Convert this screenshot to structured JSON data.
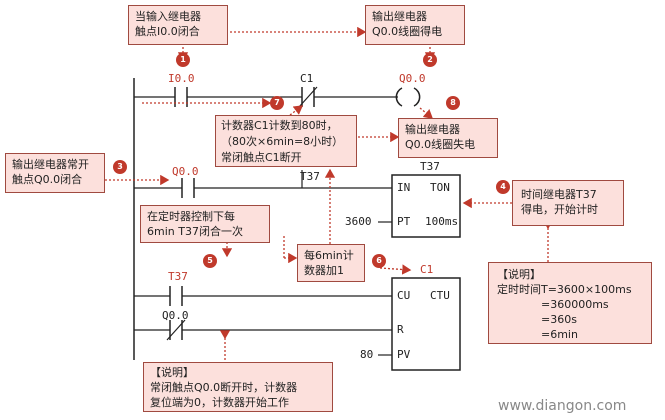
{
  "notes": {
    "n1": {
      "lines": [
        "当输入继电器",
        "触点I0.0闭合"
      ],
      "badge": "1"
    },
    "n2": {
      "lines": [
        "输出继电器",
        "Q0.0线圈得电"
      ],
      "badge": "2"
    },
    "n3": {
      "lines": [
        "输出继电器常开",
        "触点Q0.0闭合"
      ],
      "badge": "3"
    },
    "n4": {
      "lines": [
        "时间继电器T37",
        "得电，开始计时"
      ],
      "badge": "4"
    },
    "n5": {
      "lines": [
        "在定时器控制下每",
        "6min T37闭合一次"
      ],
      "badge": "5"
    },
    "n6": {
      "lines": [
        "每6min计",
        "数器加1"
      ],
      "badge": "6"
    },
    "n7": {
      "lines": [
        "计数器C1计数到80时，",
        "（80次×6min=8小时）",
        "常闭触点C1断开"
      ],
      "badge": "7"
    },
    "n8": {
      "lines": [
        "输出继电器",
        "Q0.0线圈失电"
      ],
      "badge": "8"
    },
    "explain_timer": {
      "lines": [
        "【说明】",
        "定时时间T=3600×100ms",
        "　　　　=360000ms",
        "　　　　=360s",
        "　　　　=6min"
      ]
    },
    "explain_counter": {
      "lines": [
        "【说明】",
        "常闭触点Q0.0断开时，计数器",
        "复位端为0，计数器开始工作"
      ]
    }
  },
  "ladder": {
    "contact_i00": "I0.0",
    "contact_c1": "C1",
    "coil_q00": "Q0.0",
    "contact_q00_no": "Q0.0",
    "contact_t37_rung2": "T37",
    "timer_name": "T37",
    "timer_in": "IN",
    "timer_type": "TON",
    "timer_preset": "3600",
    "timer_pt": "PT",
    "timer_base": "100ms",
    "contact_t37_rung3": "T37",
    "counter_name": "C1",
    "counter_cu": "CU",
    "counter_type": "CTU",
    "contact_q00_nc": "Q0.0",
    "counter_r": "R",
    "counter_preset": "80",
    "counter_pv": "PV"
  },
  "watermark": "www.diangon.com",
  "colors": {
    "accent": "#c0392b",
    "note_fill": "#fce0dc",
    "note_border": "#a04a40",
    "line": "#222222"
  }
}
